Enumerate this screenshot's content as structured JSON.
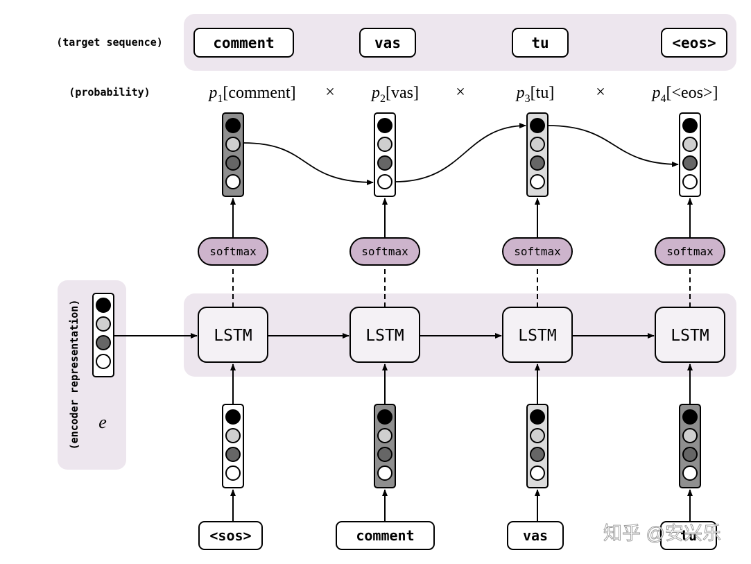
{
  "labels": {
    "target_sequence": "(target sequence)",
    "probability": "(probability)",
    "encoder_representation": "(encoder representation)",
    "encoder_symbol": "e",
    "multiply": "×"
  },
  "target_tokens": [
    "comment",
    "vas",
    "tu",
    "<eos>"
  ],
  "input_tokens": [
    "<sos>",
    "comment",
    "vas",
    "tu"
  ],
  "probabilities": [
    {
      "var": "p",
      "sub": "1",
      "token": "comment"
    },
    {
      "var": "p",
      "sub": "2",
      "token": "vas"
    },
    {
      "var": "p",
      "sub": "3",
      "token": "tu"
    },
    {
      "var": "p",
      "sub": "4",
      "token": "<eos>"
    }
  ],
  "softmax_label": "softmax",
  "lstm_label": "LSTM",
  "watermark": "知乎 @安兴乐",
  "colors": {
    "band": "#ede6ee",
    "softmax_fill": "#cdb4cc",
    "cell_fill": "#f4f1f5",
    "circle_black": "#000000",
    "circle_light": "#cfcfcf",
    "circle_dark": "#666666",
    "circle_white": "#ffffff",
    "column_white": "#ffffff",
    "column_light": "#dcdcdc",
    "column_dark": "#8f8f8f"
  },
  "output_vector_shades": [
    "dark",
    "white",
    "light",
    "white"
  ],
  "input_vector_shades": [
    "white",
    "dark",
    "light",
    "dark"
  ],
  "output_selected_index": [
    1,
    3,
    0,
    2
  ],
  "encoder_vector_shade": "white"
}
